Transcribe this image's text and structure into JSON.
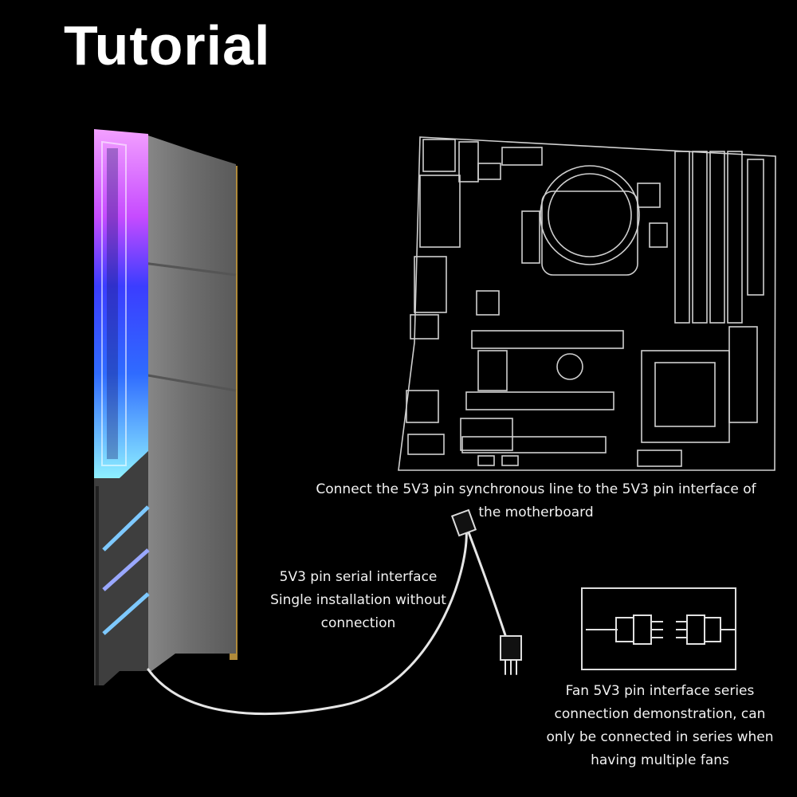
{
  "title": "Tutorial",
  "captions": {
    "motherboard": [
      "Connect the 5V3 pin synchronous line to the 5V3 pin interface of",
      "the motherboard"
    ],
    "serial": [
      "5V3 pin serial interface",
      "Single installation without",
      "connection"
    ],
    "fan": [
      "Fan 5V3 pin interface series",
      "connection demonstration, can",
      "only be connected in series when",
      "having multiple fans"
    ]
  },
  "colors": {
    "background": "#000000",
    "text": "#ffffff",
    "heatsink": "#6b6b6b",
    "rgb_top": "#e070ff",
    "rgb_mid": "#3a4cff",
    "rgb_bottom": "#7fe8ff",
    "outline": "#d8d8d8"
  },
  "icons": [
    "ram-module-image",
    "motherboard-outline-image",
    "rgb-cable-image",
    "connector-pair-image"
  ]
}
